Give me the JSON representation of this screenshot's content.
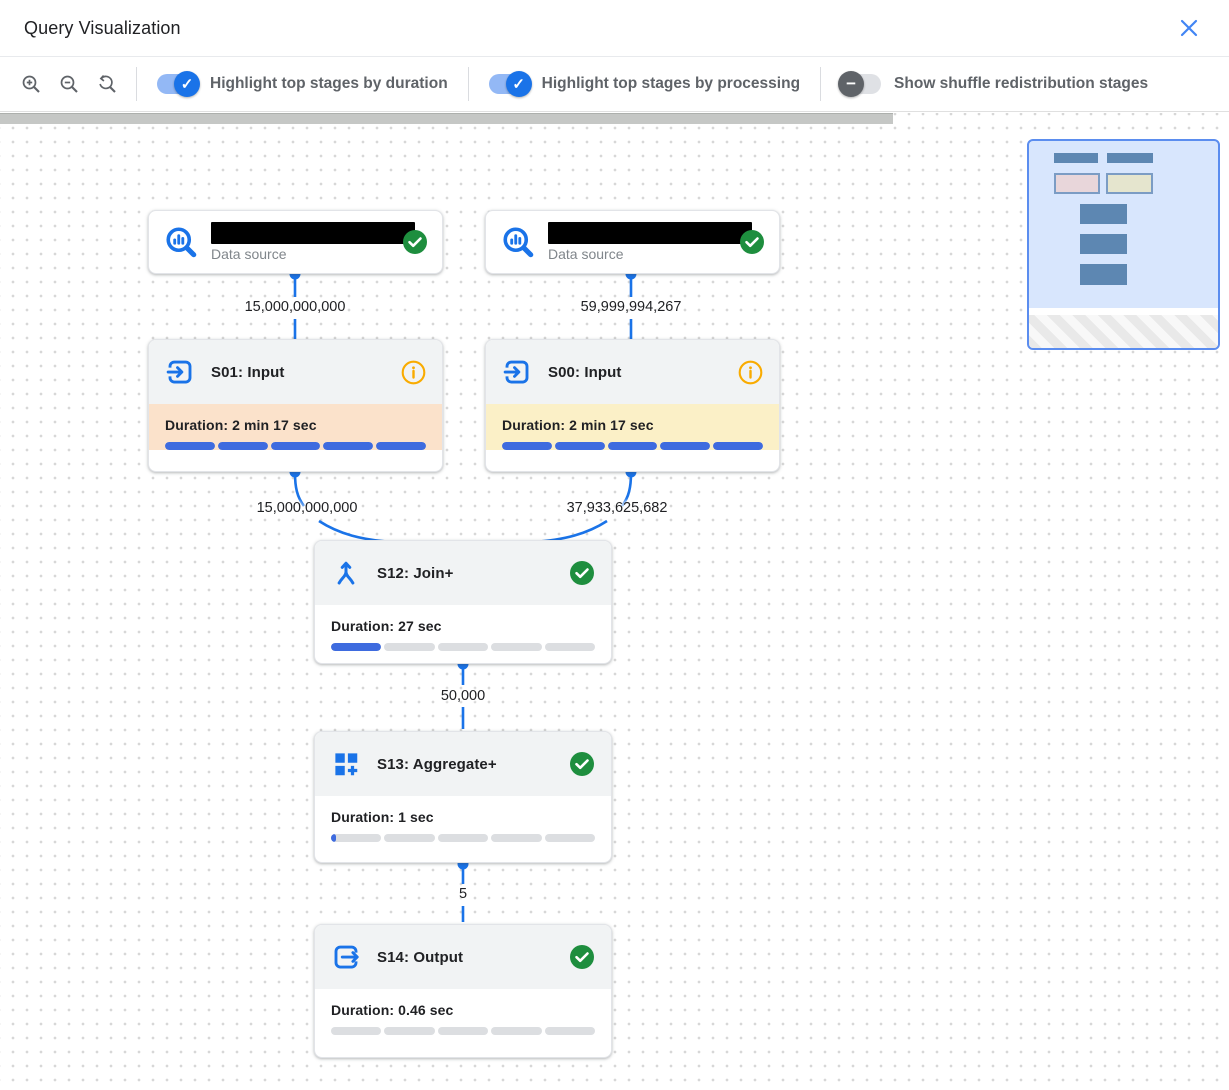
{
  "header": {
    "title": "Query Visualization"
  },
  "toolbar": {
    "zoom_controls": [
      "zoom-in",
      "zoom-out",
      "zoom-reset"
    ],
    "toggles": [
      {
        "label": "Highlight top stages by duration",
        "state": "on"
      },
      {
        "label": "Highlight top stages by processing",
        "state": "on"
      },
      {
        "label": "Show shuffle redistribution stages",
        "state": "off"
      }
    ]
  },
  "graph": {
    "nodes": [
      {
        "type": "data-source",
        "subtitle": "Data source",
        "name_redacted": true,
        "status": "completed"
      },
      {
        "type": "data-source",
        "subtitle": "Data source",
        "name_redacted": true,
        "status": "completed"
      },
      {
        "type": "stage",
        "title": "S01: Input",
        "duration": "Duration: 2 min 17 sec",
        "progress_pct": 100,
        "highlight": "duration",
        "status_icon": "info"
      },
      {
        "type": "stage",
        "title": "S00: Input",
        "duration": "Duration: 2 min 17 sec",
        "progress_pct": 100,
        "highlight": "processing",
        "status_icon": "info"
      },
      {
        "type": "stage",
        "title": "S12: Join+",
        "duration": "Duration: 27 sec",
        "progress_pct": 20,
        "highlight": "none",
        "status_icon": "check"
      },
      {
        "type": "stage",
        "title": "S13: Aggregate+",
        "duration": "Duration: 1 sec",
        "progress_pct": 2,
        "highlight": "none",
        "status_icon": "check"
      },
      {
        "type": "stage",
        "title": "S14: Output",
        "duration": "Duration: 0.46 sec",
        "progress_pct": 0,
        "highlight": "none",
        "status_icon": "check"
      }
    ],
    "edges": [
      {
        "from": "data-source-1",
        "to": "S01",
        "label": "15,000,000,000"
      },
      {
        "from": "data-source-2",
        "to": "S00",
        "label": "59,999,994,267"
      },
      {
        "from": "S01",
        "to": "S12",
        "label": "15,000,000,000"
      },
      {
        "from": "S00",
        "to": "S12",
        "label": "37,933,625,682"
      },
      {
        "from": "S12",
        "to": "S13",
        "label": "50,000"
      },
      {
        "from": "S13",
        "to": "S14",
        "label": "5"
      }
    ]
  },
  "colors": {
    "accent_blue": "#1a73e8",
    "progress_blue": "#3e6bdf",
    "success_green": "#1e8e3e",
    "info_orange": "#f9ab00",
    "duration_highlight": "#fbe2cb",
    "processing_highlight": "#fbf0c7",
    "node_header_gray": "#f1f3f4"
  }
}
